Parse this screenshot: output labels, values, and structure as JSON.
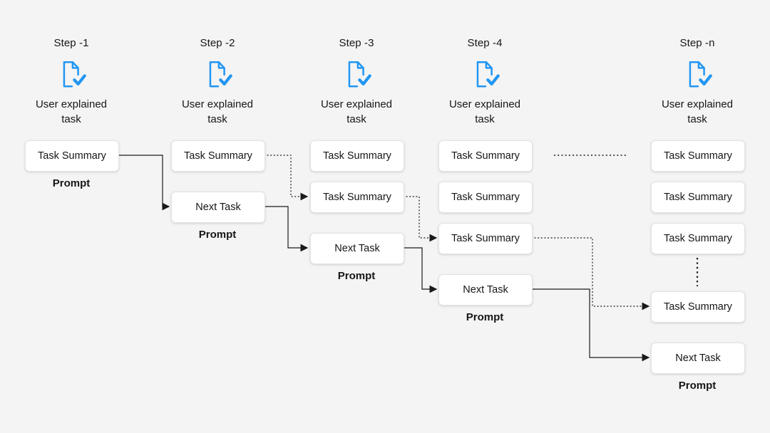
{
  "colors": {
    "background": "#f4f4f4",
    "accent_blue": "#2196f3",
    "line": "#1a1a1a",
    "node_background": "#ffffff",
    "text": "#161616"
  },
  "icons": {
    "step_icon": "document-check-icon"
  },
  "columns": [
    {
      "title": "Step -1",
      "subtitle": "User explained task",
      "boxes": [
        "Task Summary"
      ],
      "prompt": "Prompt"
    },
    {
      "title": "Step -2",
      "subtitle": "User explained task",
      "boxes": [
        "Task Summary",
        "Next Task"
      ],
      "prompt": "Prompt"
    },
    {
      "title": "Step -3",
      "subtitle": "User explained task",
      "boxes": [
        "Task Summary",
        "Task Summary",
        "Next Task"
      ],
      "prompt": "Prompt"
    },
    {
      "title": "Step -4",
      "subtitle": "User explained task",
      "boxes": [
        "Task Summary",
        "Task Summary",
        "Task Summary",
        "Next Task"
      ],
      "prompt": "Prompt"
    },
    {
      "title": "Step -n",
      "subtitle": "User explained task",
      "boxes": [
        "Task Summary",
        "Task Summary",
        "Task Summary",
        "Task Summary",
        "Next Task"
      ],
      "prompt": "Prompt"
    }
  ]
}
